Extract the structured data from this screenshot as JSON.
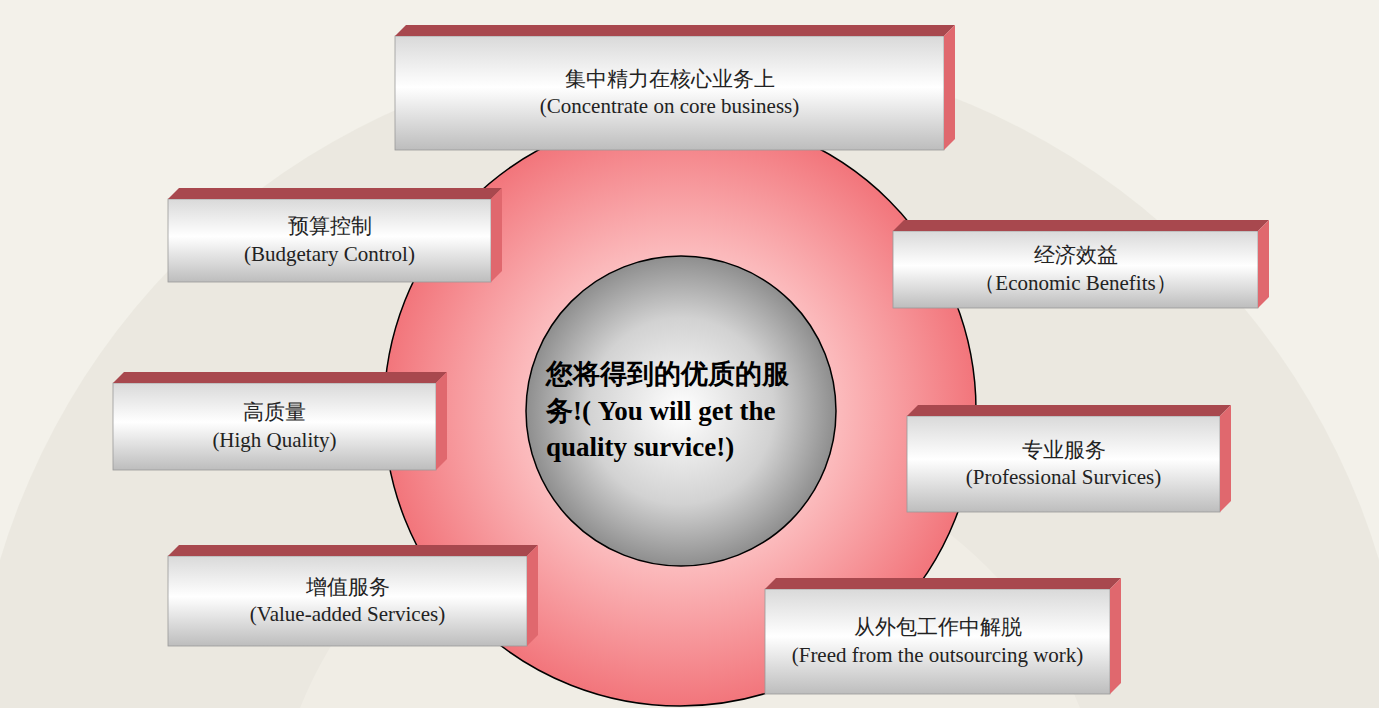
{
  "diagram": {
    "nodes": [
      {
        "text": [
          "集中精力在核心业务上",
          "(Concentrate on core business)"
        ]
      },
      {
        "text": [
          "预算控制",
          "(Budgetary Control)"
        ]
      },
      {
        "text": [
          "经济效益",
          "（Economic Benefits）"
        ]
      },
      {
        "text": [
          "您将得到的优质的服务!( You will get the quality survice!)"
        ]
      },
      {
        "text": [
          "高质量",
          "(High Quality)"
        ]
      },
      {
        "text": [
          "专业服务",
          "(Professional Survices)"
        ]
      },
      {
        "text": [
          "增值服务",
          "(Value-added Services)"
        ]
      },
      {
        "text": [
          "从外包工作中解脱",
          "(Freed from the outsourcing work)"
        ]
      }
    ]
  }
}
